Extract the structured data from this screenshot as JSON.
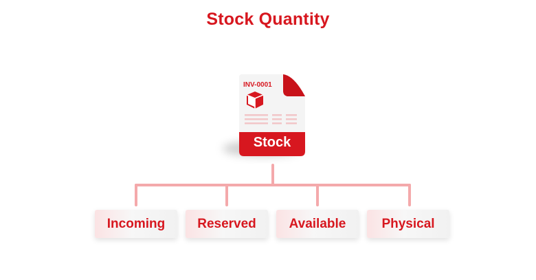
{
  "title": "Stock Quantity",
  "document": {
    "id": "INV-0001",
    "label": "Stock",
    "icon": "box-icon"
  },
  "nodes": [
    {
      "label": "Incoming"
    },
    {
      "label": "Reserved"
    },
    {
      "label": "Available"
    },
    {
      "label": "Physical"
    }
  ],
  "colors": {
    "accent": "#d7171f",
    "connector": "#f4a9ab",
    "node_background": "#f3f3f3"
  }
}
